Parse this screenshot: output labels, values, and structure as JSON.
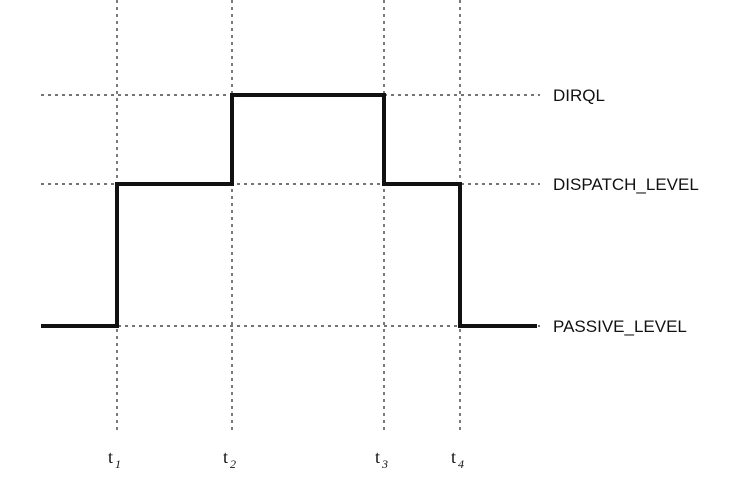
{
  "levels": [
    {
      "key": "dirql",
      "label": "DIRQL",
      "rank": 2
    },
    {
      "key": "dispatch",
      "label": "DISPATCH_LEVEL",
      "rank": 1
    },
    {
      "key": "passive",
      "label": "PASSIVE_LEVEL",
      "rank": 0
    }
  ],
  "times": [
    {
      "key": "t1",
      "label": "t",
      "sub": "1"
    },
    {
      "key": "t2",
      "label": "t",
      "sub": "2"
    },
    {
      "key": "t3",
      "label": "t",
      "sub": "3"
    },
    {
      "key": "t4",
      "label": "t",
      "sub": "4"
    }
  ],
  "signal": {
    "start_level": "passive",
    "transitions": [
      {
        "at": "t1",
        "to": "dispatch"
      },
      {
        "at": "t2",
        "to": "dirql"
      },
      {
        "at": "t3",
        "to": "dispatch"
      },
      {
        "at": "t4",
        "to": "passive"
      }
    ]
  },
  "style": {
    "line_color": "#111111",
    "grid_color": "#222222",
    "background": "#ffffff"
  }
}
